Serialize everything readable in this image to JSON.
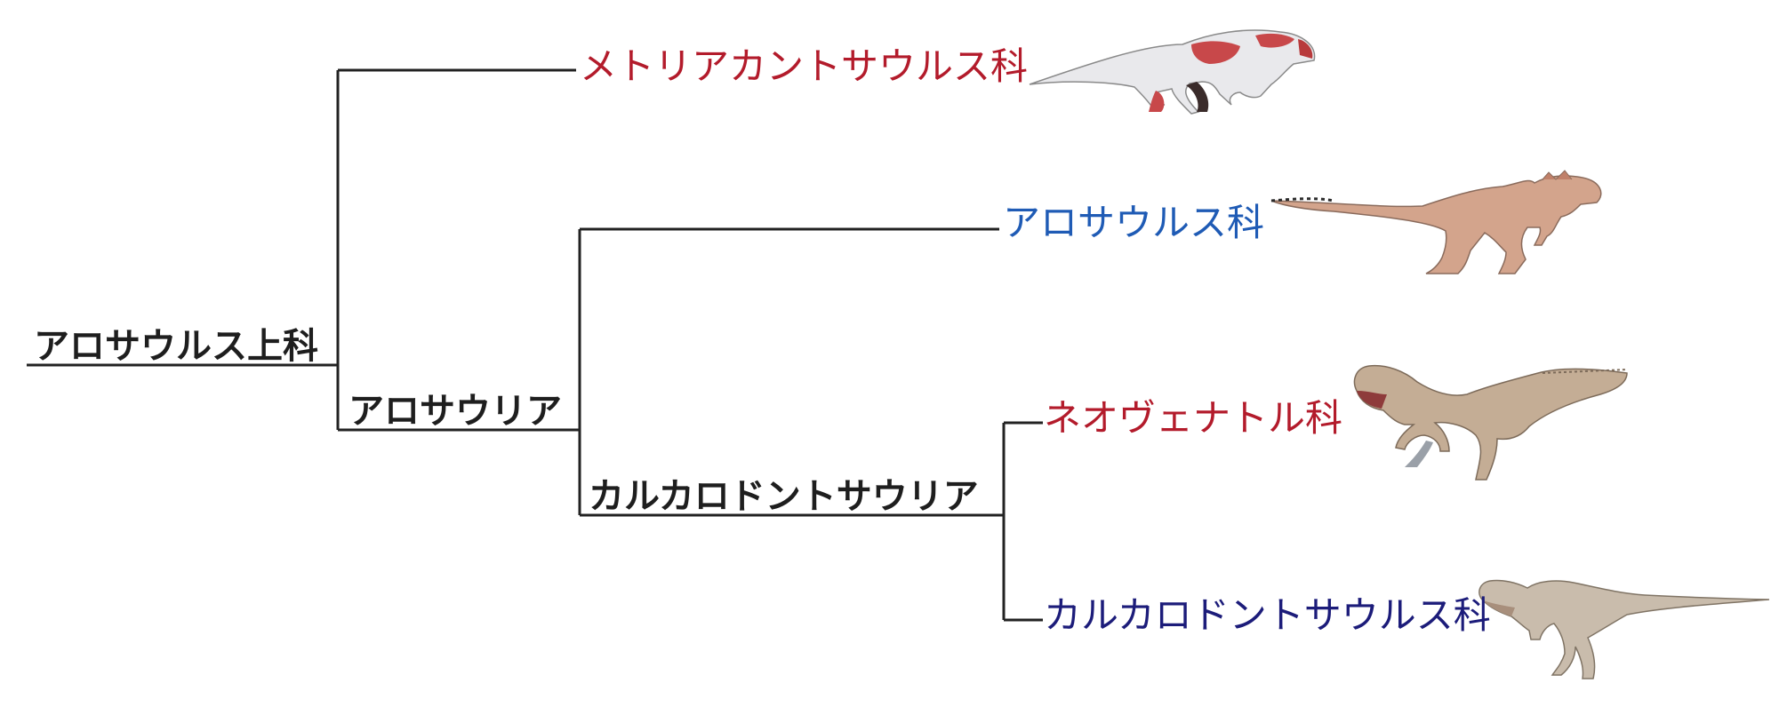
{
  "tree": {
    "root_label": "アロサウルス上科",
    "clade_allosauria": "アロサウリア",
    "clade_carcharodontosauria": "カルカロドントサウリア",
    "line_color": "#222222"
  },
  "families": [
    {
      "name": "メトリアカントサウルス科",
      "color": "#b31b2b",
      "illustration": "metriacanthosaurid-dinosaur-illustration"
    },
    {
      "name": "アロサウルス科",
      "color": "#1f5bb5",
      "illustration": "allosaurid-dinosaur-illustration"
    },
    {
      "name": "ネオヴェナトル科",
      "color": "#b31b2b",
      "illustration": "neovenatorid-dinosaur-illustration"
    },
    {
      "name": "カルカロドントサウルス科",
      "color": "#1c1c7a",
      "illustration": "carcharodontosaurid-dinosaur-illustration"
    }
  ]
}
